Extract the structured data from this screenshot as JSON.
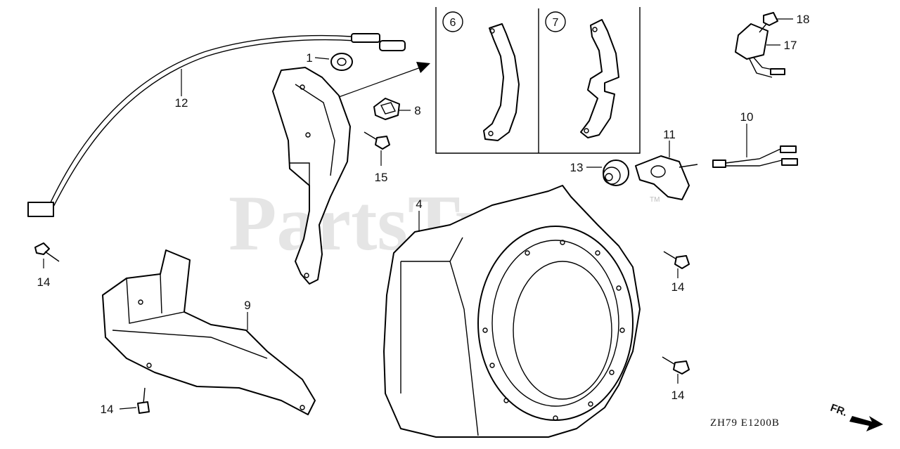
{
  "watermark": {
    "text": "PartsTree",
    "trademark": "TM"
  },
  "inset": {
    "callouts": [
      "6",
      "7"
    ]
  },
  "labels": {
    "p1": "1",
    "p4": "4",
    "p8": "8",
    "p9": "9",
    "p10": "10",
    "p11": "11",
    "p12": "12",
    "p13": "13",
    "p14a": "14",
    "p14b": "14",
    "p14c": "14",
    "p14d": "14",
    "p15": "15",
    "p17": "17",
    "p18": "18"
  },
  "diagram_code": "ZH79    E1200B",
  "direction": {
    "text": "FR."
  }
}
